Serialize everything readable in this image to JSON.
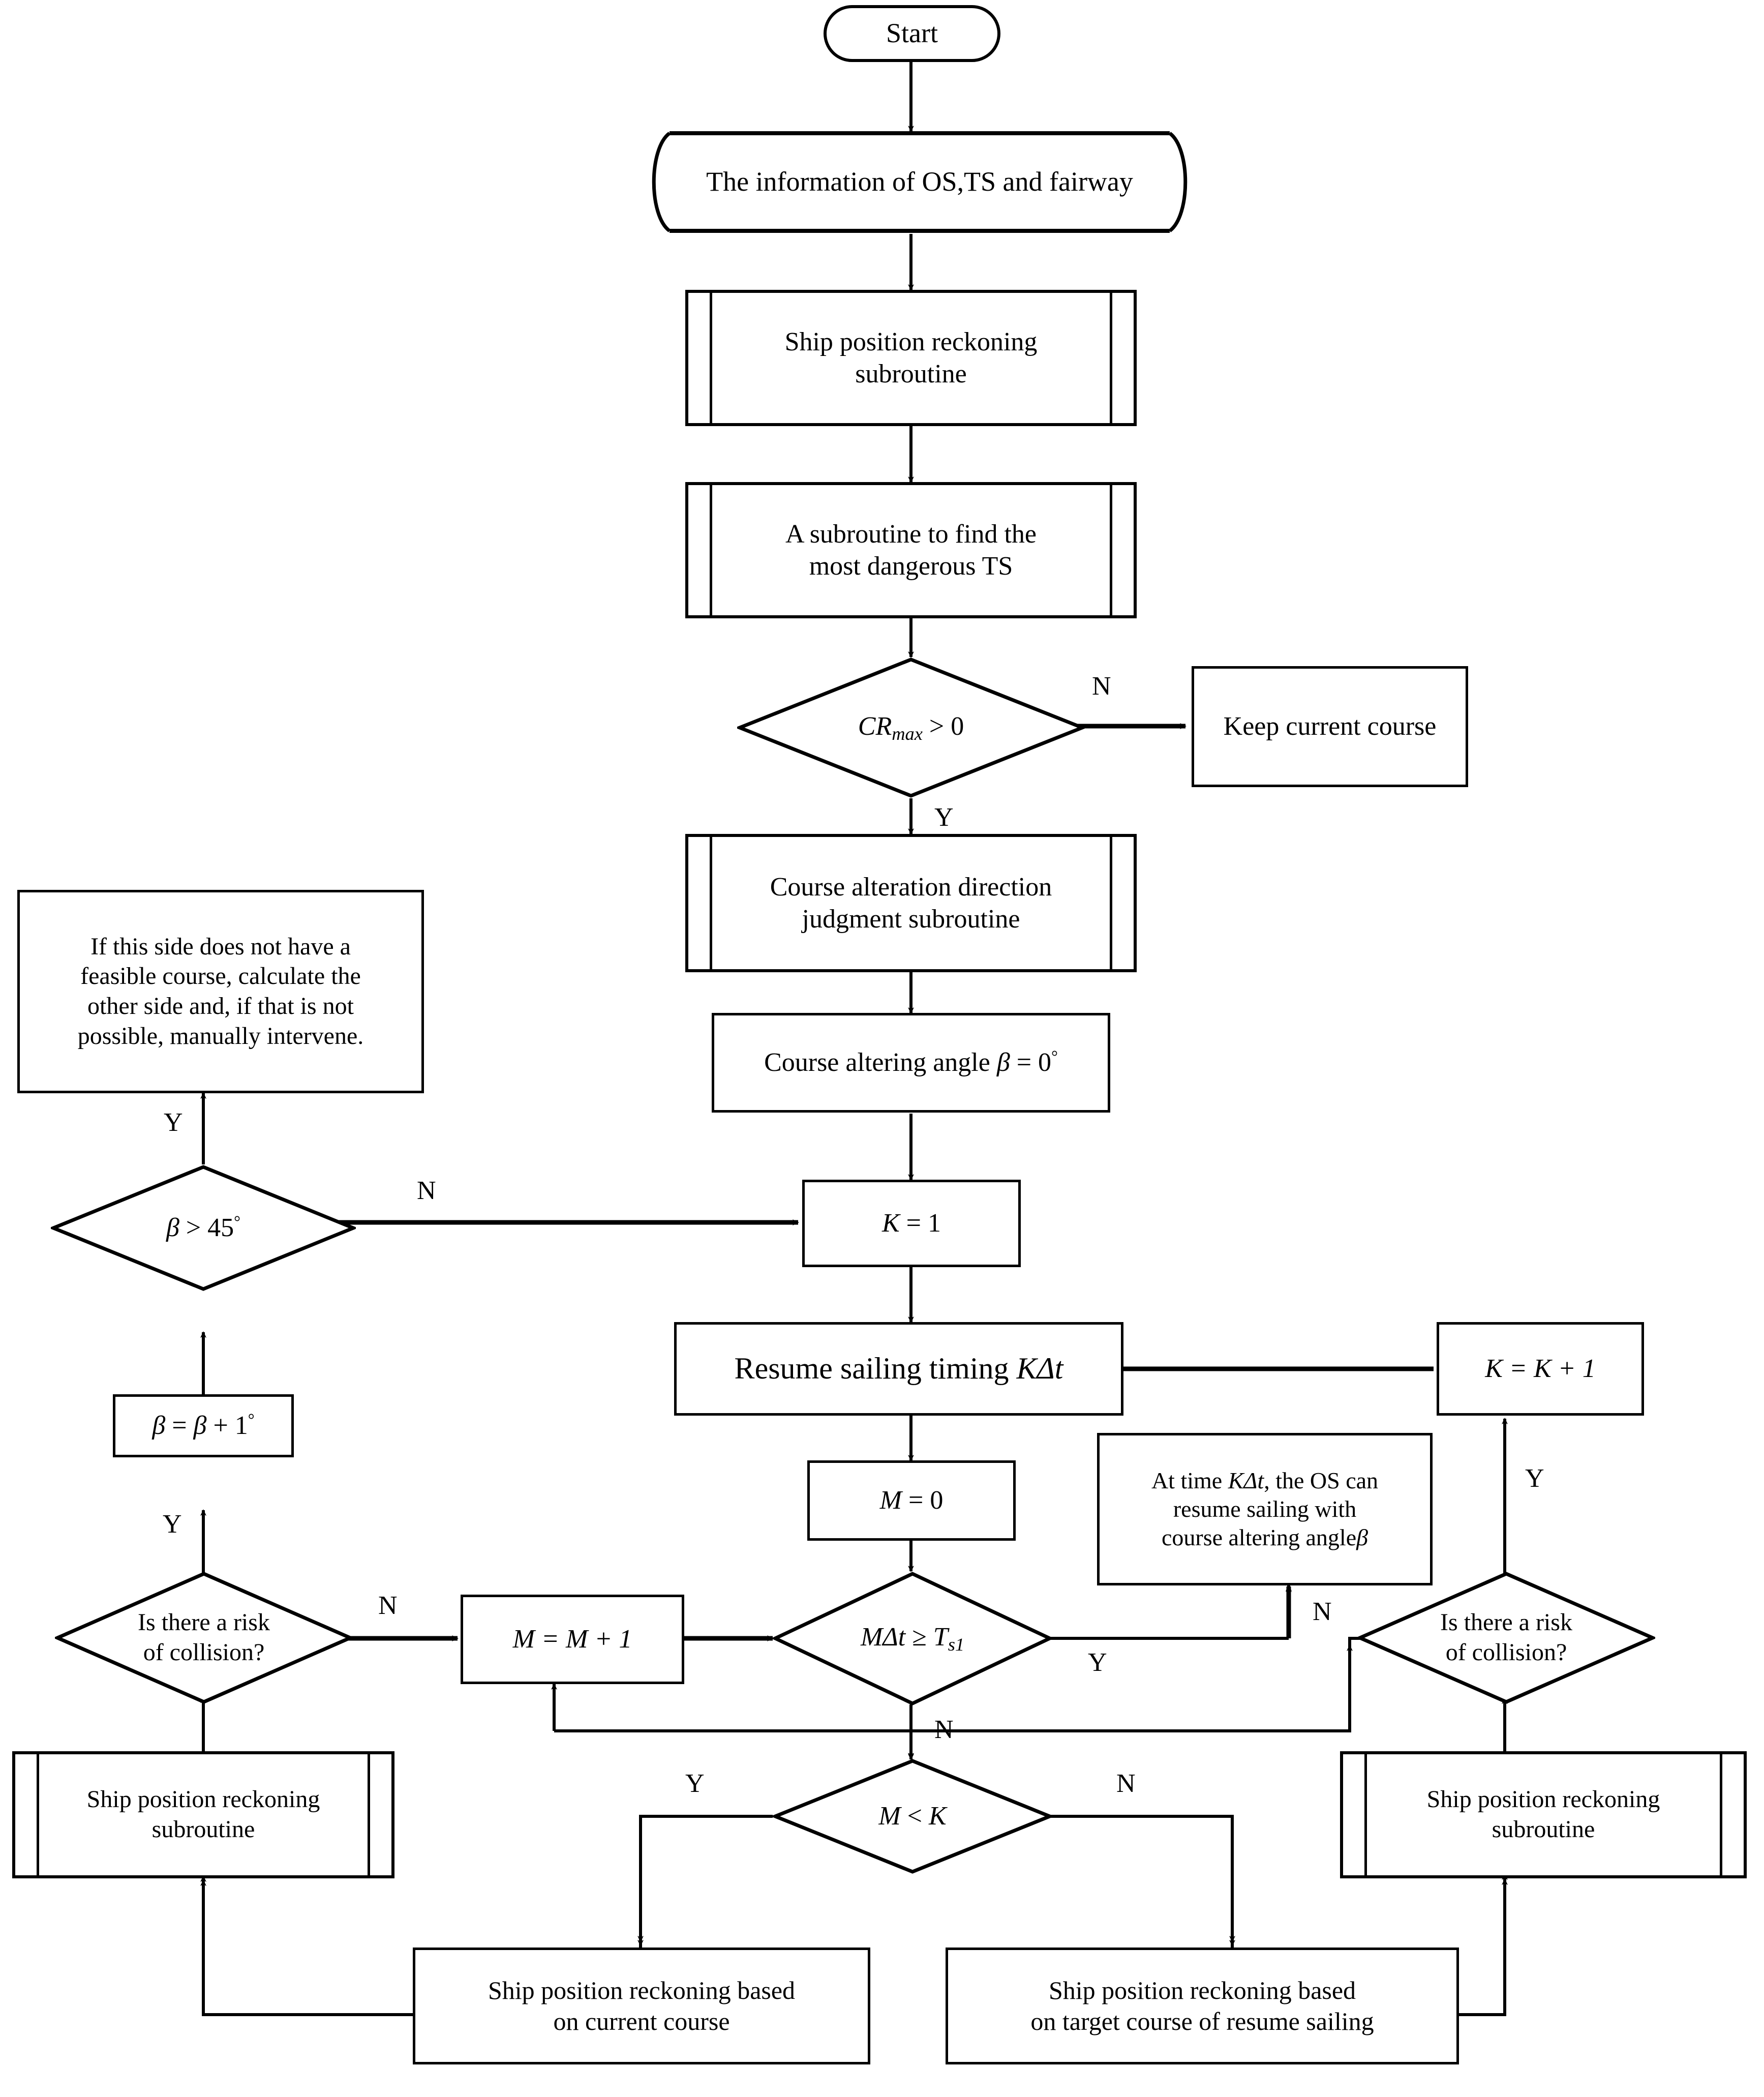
{
  "diagram": {
    "type": "flowchart",
    "title": "Ship collision avoidance and resume sailing decision flowchart",
    "stroke_color": "#000000",
    "fill_color": "#ffffff"
  },
  "nodes": {
    "start": {
      "label": "Start",
      "shape": "terminator"
    },
    "input_info": {
      "label": "The information of OS,TS and fairway",
      "shape": "cylinder"
    },
    "ship_pos_reck_1": {
      "line1": "Ship position reckoning",
      "line2": "subroutine",
      "shape": "predefined-process"
    },
    "find_dangerous_ts": {
      "line1": "A subroutine to find the",
      "line2": "most dangerous TS",
      "shape": "predefined-process"
    },
    "cr_max_decision": {
      "var": "CR",
      "subscript": "max",
      "rest": "> 0",
      "shape": "decision"
    },
    "keep_current_course": {
      "label": "Keep current course",
      "shape": "process"
    },
    "course_alteration_dir": {
      "line1": "Course alteration direction",
      "line2": "judgment subroutine",
      "shape": "predefined-process"
    },
    "course_altering_angle": {
      "prefix": "Course altering angle ",
      "var": "β",
      "rest": " = 0",
      "degree": "°",
      "shape": "process"
    },
    "manual_intervene_note": {
      "line1": "If this side does not have a",
      "line2": "feasible course, calculate the",
      "line3": "other side and, if that is not",
      "line4": "possible, manually intervene.",
      "shape": "process"
    },
    "beta_gt_45": {
      "var": "β",
      "rest": " > 45",
      "degree": "°",
      "shape": "decision"
    },
    "beta_increment": {
      "var1": "β",
      "eq": " = ",
      "var2": "β",
      "rest": " + 1",
      "degree": "°",
      "shape": "process"
    },
    "k_equals_1": {
      "var": "K",
      "rest": " = 1",
      "shape": "process"
    },
    "resume_sailing_timing": {
      "prefix": "Resume sailing timing ",
      "var": "KΔt",
      "shape": "process"
    },
    "k_increment": {
      "label": "K = K + 1",
      "shape": "process"
    },
    "m_equals_0": {
      "var": "M",
      "rest": " = 0",
      "shape": "process"
    },
    "os_resume_note": {
      "line1_pre": "At time ",
      "line1_var": "KΔt",
      "line1_post": ", the OS can",
      "line2": "resume sailing with",
      "line3_pre": "course altering angle",
      "line3_var": "β",
      "shape": "process"
    },
    "m_increment": {
      "label": "M = M + 1",
      "shape": "process"
    },
    "m_dt_ge_ts1": {
      "var": "MΔt",
      "op": " ≥ ",
      "var2": "T",
      "subscript": "s1",
      "shape": "decision"
    },
    "risk_collision_left": {
      "line1": "Is there a risk",
      "line2": "of collision?",
      "shape": "decision"
    },
    "risk_collision_right": {
      "line1": "Is there a risk",
      "line2": "of collision?",
      "shape": "decision"
    },
    "ship_pos_reck_left": {
      "line1": "Ship position reckoning",
      "line2": "subroutine",
      "shape": "predefined-process"
    },
    "ship_pos_reck_right": {
      "line1": "Ship position reckoning",
      "line2": "subroutine",
      "shape": "predefined-process"
    },
    "m_lt_k": {
      "var1": "M",
      "op": " < ",
      "var2": "K",
      "shape": "decision"
    },
    "reckon_current_course": {
      "line1": "Ship position reckoning based",
      "line2": "on current course",
      "shape": "process"
    },
    "reckon_target_course": {
      "line1": "Ship position reckoning based",
      "line2": "on  target course of resume sailing",
      "shape": "process"
    }
  },
  "edge_labels": {
    "cr_max_no": "N",
    "cr_max_yes": "Y",
    "beta_gt_45_yes": "Y",
    "beta_gt_45_no": "N",
    "risk_left_no": "N",
    "risk_left_yes": "Y",
    "m_dt_yes": "Y",
    "m_dt_no": "N",
    "m_lt_k_yes": "Y",
    "m_lt_k_no": "N",
    "risk_right_no": "N",
    "risk_right_yes": "Y"
  }
}
